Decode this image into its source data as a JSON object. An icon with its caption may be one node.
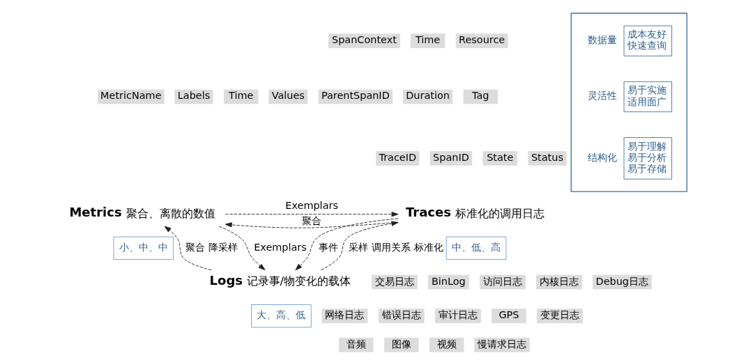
{
  "diagram": {
    "nodes": [
      {
        "text": [
          "Metrics",
          "聚合、离散的数值"
        ]
      },
      {
        "text": [
          "小、中、中"
        ]
      },
      {
        "text": [
          "MetricName"
        ]
      },
      {
        "text": [
          "Labels"
        ]
      },
      {
        "text": [
          "Time"
        ]
      },
      {
        "text": [
          "Values"
        ]
      },
      {
        "text": [
          "Traces",
          "标准化的调用日志"
        ]
      },
      {
        "text": [
          "中、低、高"
        ]
      },
      {
        "text": [
          "SpanContext"
        ]
      },
      {
        "text": [
          "Time"
        ]
      },
      {
        "text": [
          "Resource"
        ]
      },
      {
        "text": [
          "ParentSpanID"
        ]
      },
      {
        "text": [
          "Duration"
        ]
      },
      {
        "text": [
          "Tag"
        ]
      },
      {
        "text": [
          "TraceID"
        ]
      },
      {
        "text": [
          "SpanID"
        ]
      },
      {
        "text": [
          "State"
        ]
      },
      {
        "text": [
          "Status"
        ]
      },
      {
        "text": [
          "Logs",
          "记录事/物变化的载体"
        ]
      },
      {
        "text": [
          "大、高、低"
        ]
      },
      {
        "text": [
          "交易日志"
        ]
      },
      {
        "text": [
          "BinLog"
        ]
      },
      {
        "text": [
          "访问日志"
        ]
      },
      {
        "text": [
          "内核日志"
        ]
      },
      {
        "text": [
          "Debug日志"
        ]
      },
      {
        "text": [
          "网络日志"
        ]
      },
      {
        "text": [
          "错误日志"
        ]
      },
      {
        "text": [
          "审计日志"
        ]
      },
      {
        "text": [
          "GPS"
        ]
      },
      {
        "text": [
          "变更日志"
        ]
      },
      {
        "text": [
          "音频"
        ]
      },
      {
        "text": [
          "图像"
        ]
      },
      {
        "text": [
          "视频"
        ]
      },
      {
        "text": [
          "慢请求日志"
        ]
      },
      {
        "text": [],
        "shape": "box"
      },
      {
        "text": [
          "成本友好",
          "快速查询"
        ],
        "beside": [
          "数据量"
        ],
        "in": 34
      },
      {
        "text": [
          "易于实施",
          "适用面广"
        ],
        "beside": [
          "灵活性"
        ],
        "in": 34
      },
      {
        "text": [
          "易于理解",
          "易于分析",
          "易于存储"
        ],
        "beside": [
          "结构化"
        ],
        "in": 34
      }
    ],
    "edges": [
      {
        "from": 6,
        "to": 0,
        "arrow": "to",
        "label": "聚合",
        "style": "dashed"
      },
      {
        "from": 0,
        "to": 6,
        "arrow": "to",
        "label": "Exemplars",
        "style": "dashed"
      },
      {
        "from": 0,
        "to": 18,
        "arrow": "to",
        "label": "Exemplars",
        "style": "dashed"
      },
      {
        "from": 18,
        "to": 0,
        "arrow": "to",
        "label": "聚合 降采样",
        "style": "dashed"
      },
      {
        "from": 6,
        "to": 18,
        "arrow": "to",
        "label": "事件",
        "style": "dashed"
      },
      {
        "from": 18,
        "to": 6,
        "arrow": "to",
        "label": "采样 调用关系 标准化",
        "style": "dashed"
      }
    ]
  }
}
